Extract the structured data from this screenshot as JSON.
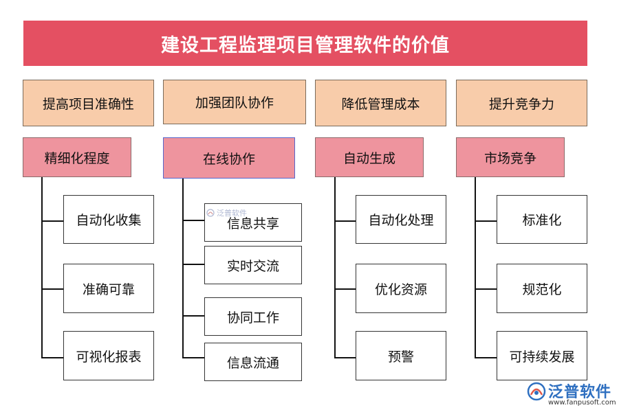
{
  "title": "建设工程监理项目管理软件的价值",
  "categories": [
    "提高项目准确性",
    "加强团队协作",
    "降低管理成本",
    "提升竞争力"
  ],
  "subs": [
    "精细化程度",
    "在线协作",
    "自动生成",
    "市场竞争"
  ],
  "leaves": [
    [
      "自动化收集",
      "准确可靠",
      "可视化报表"
    ],
    [
      "信息共享",
      "实时交流",
      "协同工作",
      "信息流通"
    ],
    [
      "自动化处理",
      "优化资源",
      "预警"
    ],
    [
      "标准化",
      "规范化",
      "可持续发展"
    ]
  ],
  "watermark": "泛普软件",
  "logo": {
    "name": "泛普软件",
    "url": "www.fanpusoft.com",
    "icon": "fanpu-logo-icon"
  },
  "colors": {
    "title_bg": "#e45062",
    "category_bg": "#f8ccaa",
    "sub_bg": "#ee949e",
    "brand": "#2e6fc0"
  }
}
